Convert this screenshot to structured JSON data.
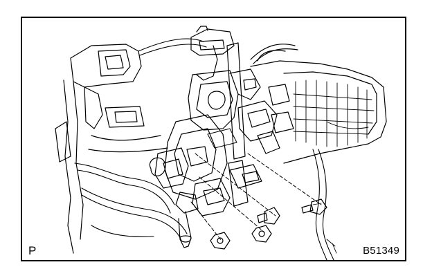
{
  "figure": {
    "corner_code": "P",
    "figure_id": "B51349",
    "illustration": "steering-column-removal-line-drawing",
    "line_color": "#000000",
    "background_color": "#ffffff"
  }
}
